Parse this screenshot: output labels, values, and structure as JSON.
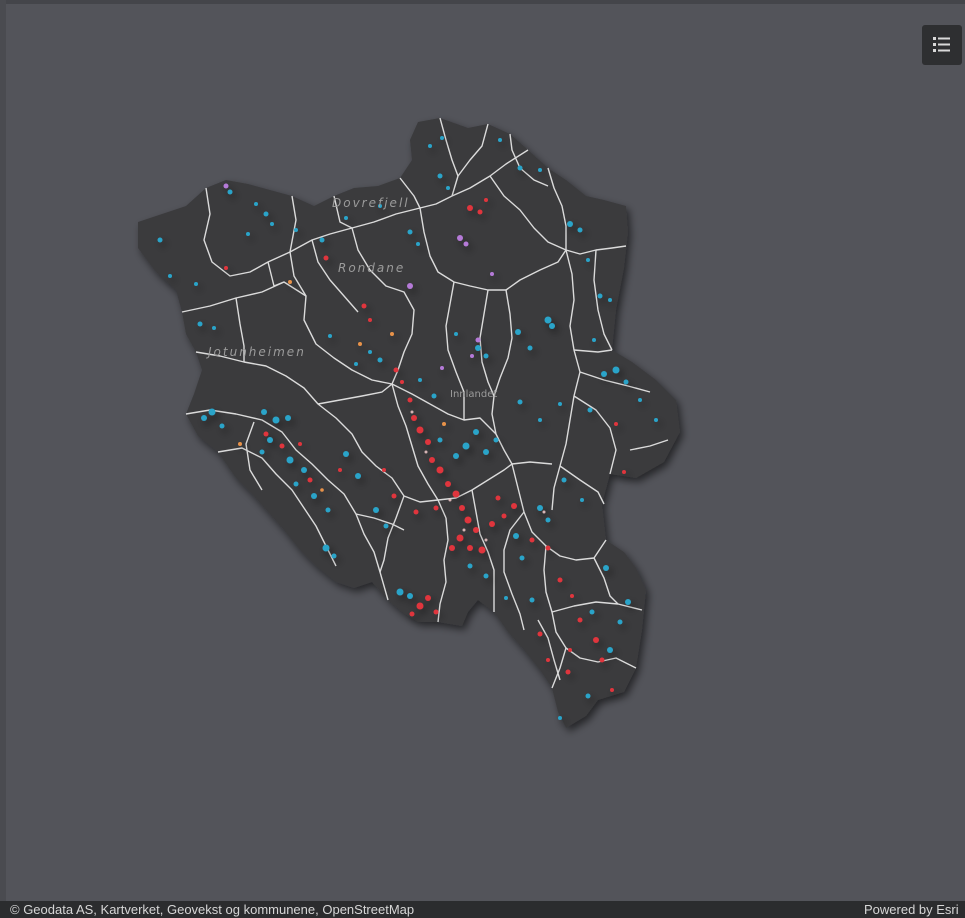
{
  "map": {
    "place_labels": {
      "dovrefjell": "Dovrefjell",
      "rondane": "Rondane",
      "jotunheimen": "Jotunheimen",
      "innlandet": "Innlandet"
    },
    "colors": {
      "background": "#53545a",
      "region_fill": "#3a3a3c",
      "boundary": "#e9e9e9",
      "cluster_cyan": "#2aa4c9",
      "cluster_red": "#e0353c",
      "cluster_purple": "#b57ad8",
      "cluster_orange": "#e8924a"
    }
  },
  "legend_button": {
    "icon": "legend-list-icon"
  },
  "attribution": {
    "text": "© Geodata AS, Kartverket, Geovekst og kommunene, OpenStreetMap",
    "powered_by": "Powered by Esri"
  }
}
